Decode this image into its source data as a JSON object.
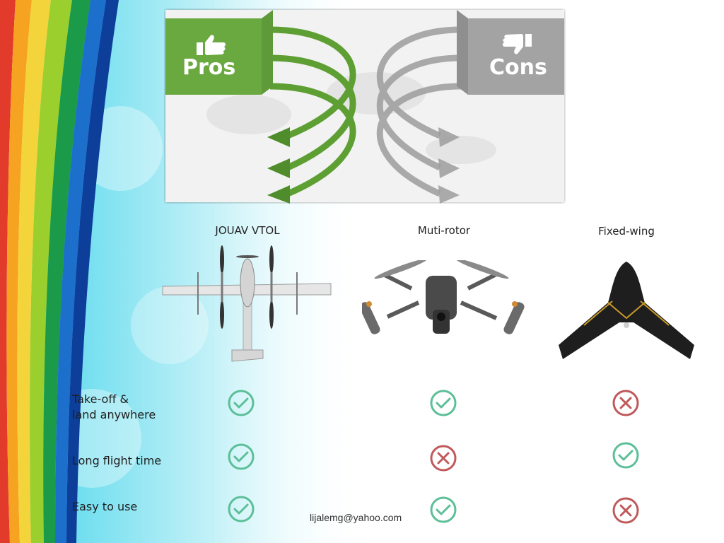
{
  "header": {
    "pros_label": "Pros",
    "cons_label": "Cons"
  },
  "comparison": {
    "columns": [
      "JOUAV VTOL",
      "Muti-rotor",
      "Fixed-wing"
    ],
    "rows": [
      {
        "label": "Take-off &\nland anywhere",
        "values": [
          "check",
          "check",
          "cross"
        ]
      },
      {
        "label": "Long flight time",
        "values": [
          "check",
          "cross",
          "check"
        ]
      },
      {
        "label": "Easy to use",
        "values": [
          "check",
          "check",
          "cross"
        ]
      }
    ]
  },
  "footer": {
    "email": "lijalemg@yahoo.com"
  },
  "colors": {
    "pros_green": "#5f9a3a",
    "cons_gray": "#a3a3a3",
    "check": "#5cbf98",
    "cross": "#c0595b"
  }
}
